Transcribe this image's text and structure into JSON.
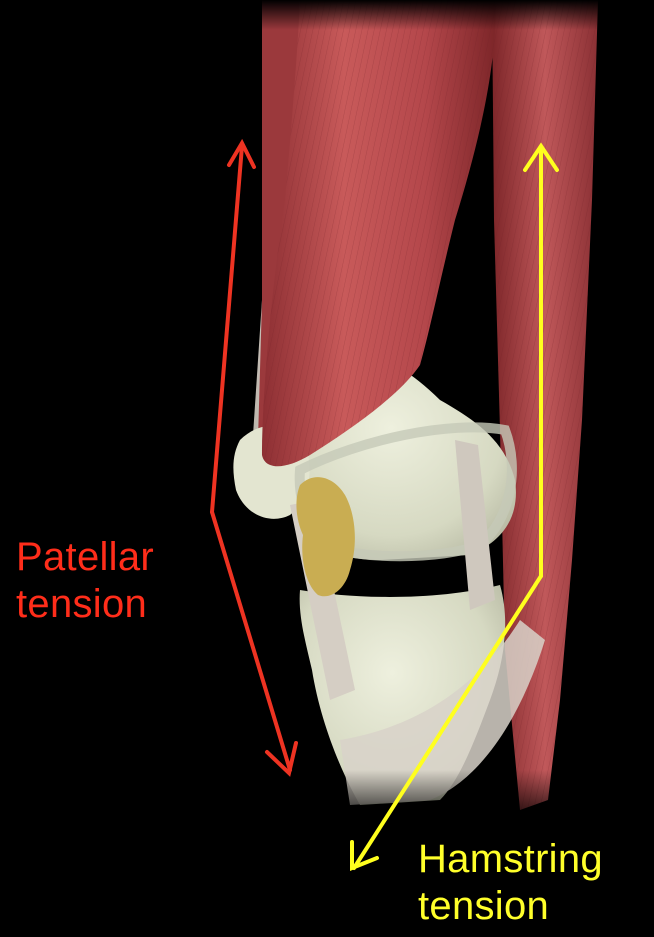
{
  "labels": {
    "patellar": {
      "line1": "Patellar",
      "line2": "tension",
      "color": "#ff2d1a"
    },
    "hamstring": {
      "line1": "Hamstring",
      "line2": "tension",
      "color": "#ffff2a"
    }
  },
  "colors": {
    "background": "#000000",
    "muscle": "#b5474a",
    "tendon": "#ddd7cf",
    "bone": "#dcdfc9",
    "fat_pad": "#c9ad52"
  }
}
